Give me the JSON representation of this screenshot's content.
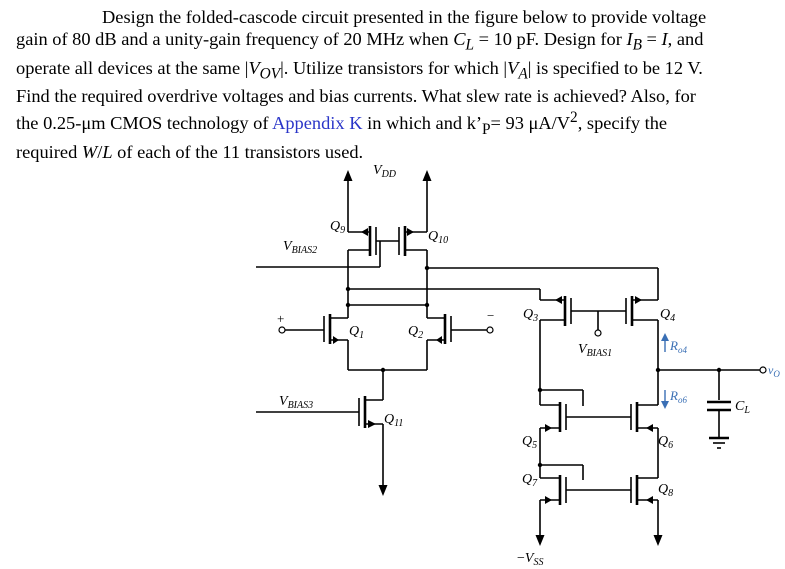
{
  "problem": {
    "line1": "Design the folded-cascode circuit presented in the figure below to provide voltage",
    "line2_a": "gain of 80 dB and a unity-gain frequency of 20 MHz when ",
    "line2_cl": "C",
    "line2_cl_sub": "L",
    "line2_b": " = 10 pF. Design for ",
    "line2_ib": "I",
    "line2_ib_sub": "B",
    "line2_c": " = ",
    "line2_i": "I",
    "line2_d": ", and",
    "line3_a": "operate all devices at the same |",
    "line3_v": "V",
    "line3_v_sub": "OV",
    "line3_b": "|. Utilize transistors for which |",
    "line3_va": "V",
    "line3_va_sub": "A",
    "line3_c": "| is specified to be 12 V.",
    "line4": "Find the required overdrive voltages and bias currents. What slew rate is achieved? Also, for",
    "line5_a": "the 0.25-μm CMOS technology of ",
    "line5_link": "Appendix K",
    "line5_b": " in which and k’",
    "line5_p": "P",
    "line5_c": "= 93 μA/V",
    "line5_sq": "2",
    "line5_d": ", specify the",
    "line6_a": "required ",
    "line6_wl": "W",
    "line6_slash": "/",
    "line6_l": "L",
    "line6_b": " of each of the 11 transistors used."
  },
  "circuit": {
    "vdd": {
      "main": "V",
      "sub": "DD"
    },
    "vss": {
      "sign": "−",
      "main": "V",
      "sub": "SS"
    },
    "vbias1": {
      "main": "V",
      "sub": "BIAS1"
    },
    "vbias2": {
      "main": "V",
      "sub": "BIAS2"
    },
    "vbias3": {
      "main": "V",
      "sub": "BIAS3"
    },
    "vo": {
      "main": "v",
      "sub": "O"
    },
    "cl": {
      "main": "C",
      "sub": "L"
    },
    "ro4": {
      "main": "R",
      "sub": "o4"
    },
    "ro6": {
      "main": "R",
      "sub": "o6"
    },
    "plus": "+",
    "minus": "−",
    "transistors": [
      {
        "id": "q1",
        "main": "Q",
        "sub": "1"
      },
      {
        "id": "q2",
        "main": "Q",
        "sub": "2"
      },
      {
        "id": "q3",
        "main": "Q",
        "sub": "3"
      },
      {
        "id": "q4",
        "main": "Q",
        "sub": "4"
      },
      {
        "id": "q5",
        "main": "Q",
        "sub": "5"
      },
      {
        "id": "q6",
        "main": "Q",
        "sub": "6"
      },
      {
        "id": "q7",
        "main": "Q",
        "sub": "7"
      },
      {
        "id": "q8",
        "main": "Q",
        "sub": "8"
      },
      {
        "id": "q9",
        "main": "Q",
        "sub": "9"
      },
      {
        "id": "q10",
        "main": "Q",
        "sub": "10"
      },
      {
        "id": "q11",
        "main": "Q",
        "sub": "11"
      }
    ],
    "colors": {
      "ro_label": "#3a6fb5",
      "ro_arrow": "#3a6fb5",
      "link": "#2a35c8"
    }
  }
}
